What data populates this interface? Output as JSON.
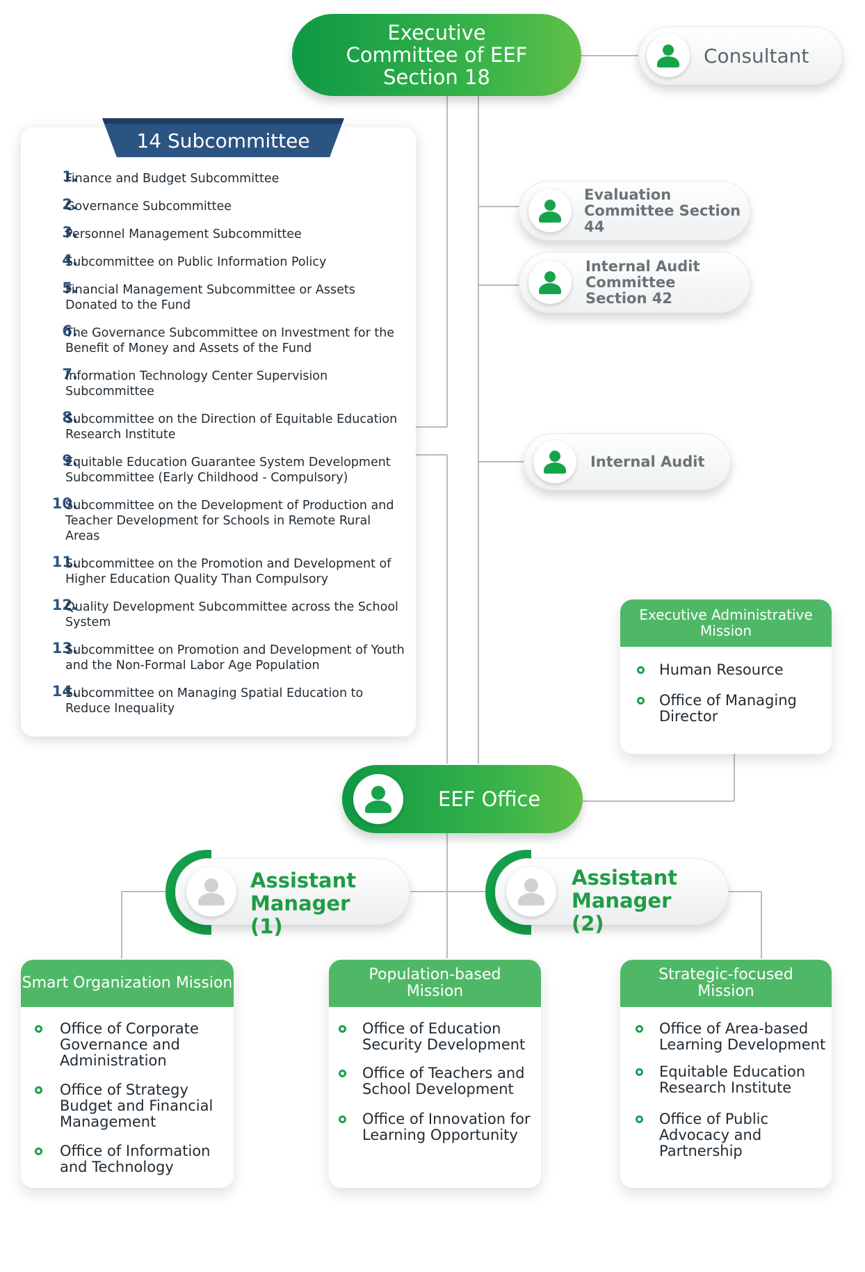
{
  "top": {
    "executive_committee": "Executive Committee of EEF Section 18",
    "consultant": "Consultant",
    "evaluation_committee": "Evaluation Committee Section 44",
    "internal_audit_committee": "Internal Audit Committee Section 42",
    "internal_audit": "Internal Audit"
  },
  "subcommittees": {
    "title": "14 Subcommittee",
    "items": [
      {
        "num": "1.",
        "text": "Finance and Budget Subcommittee"
      },
      {
        "num": "2.",
        "text": "Governance Subcommittee"
      },
      {
        "num": "3.",
        "text": "Personnel Management Subcommittee"
      },
      {
        "num": "4.",
        "text": "Subcommittee on Public Information Policy"
      },
      {
        "num": "5.",
        "text": "Financial Management Subcommittee or Assets Donated to the Fund"
      },
      {
        "num": "6.",
        "text": "The Governance Subcommittee on Investment for the Benefit of Money and Assets of the Fund"
      },
      {
        "num": "7.",
        "text": "Information Technology Center Supervision Subcommittee"
      },
      {
        "num": "8.",
        "text": "Subcommittee on the Direction of Equitable Education Research Institute"
      },
      {
        "num": "9.",
        "text": "Equitable Education Guarantee System Development Subcommittee (Early Childhood - Compulsory)"
      },
      {
        "num": "10.",
        "text": "Subcommittee on the Development of Production and Teacher Development for Schools in Remote Rural Areas"
      },
      {
        "num": "11.",
        "text": "Subcommittee on the Promotion and Development of Higher Education Quality Than Compulsory"
      },
      {
        "num": "12.",
        "text": "Quality Development Subcommittee across the School System"
      },
      {
        "num": "13.",
        "text": "Subcommittee on Promotion and Development of Youth and the Non-Formal Labor Age Population"
      },
      {
        "num": "14.",
        "text": "Subcommittee on Managing Spatial Education to Reduce Inequality"
      }
    ]
  },
  "executive_admin": {
    "title": "Executive Administrative Mission",
    "items": [
      "Human Resource",
      "Office of Managing Director"
    ]
  },
  "eef_office": "EEF Office",
  "assistant_manager_1": "Assistant Manager (1)",
  "assistant_manager_2": "Assistant Manager (2)",
  "missions": [
    {
      "title": "Smart Organization Mission",
      "items": [
        "Office of Corporate Governance and Administration",
        "Office of Strategy Budget and Financial Management",
        "Office of Information and Technology"
      ]
    },
    {
      "title": "Population-based Mission",
      "items": [
        "Office of Education Security Development",
        "Office of Teachers and School Development",
        "Office of Innovation for Learning Opportunity"
      ]
    },
    {
      "title": "Strategic-focused Mission",
      "items": [
        "Office of Area-based Learning Development",
        "Equitable Education Research Institute",
        "Office of Public Advocacy and Partnership"
      ]
    }
  ],
  "colors": {
    "primary_green": "#16a34a",
    "header_navy": "#2c5483",
    "mission_header_green": "#4fb867",
    "connector_grey": "#b9bcbe"
  }
}
